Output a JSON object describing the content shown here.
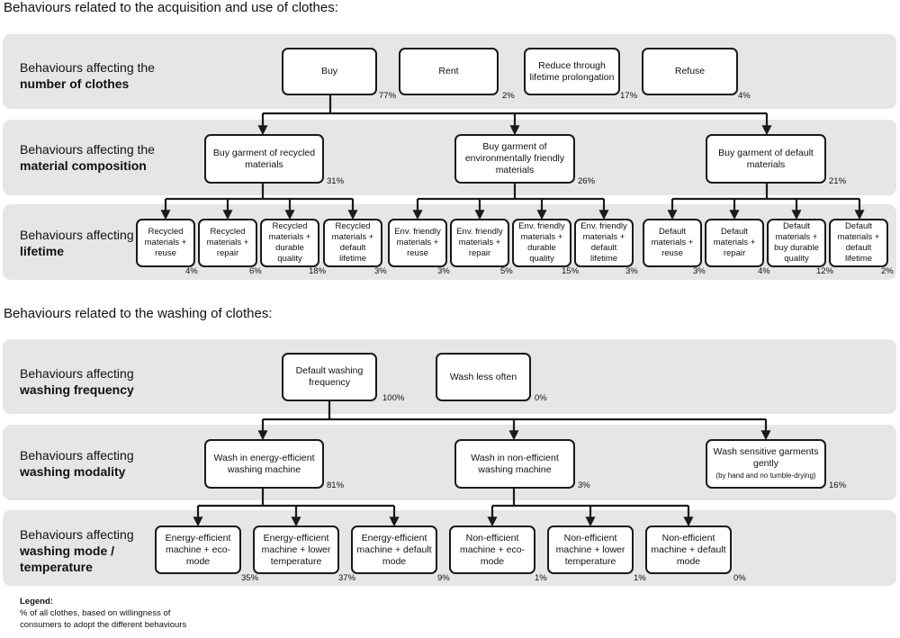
{
  "acquisition": {
    "title": "Behaviours related to the acquisition and use of clothes:",
    "rows": {
      "number": {
        "label": "Behaviours affecting the",
        "bold": "number of clothes"
      },
      "material": {
        "label": "Behaviours affecting the",
        "bold": "material composition"
      },
      "lifetime": {
        "label": "Behaviours affecting",
        "bold": "lifetime"
      }
    },
    "number_boxes": [
      {
        "text": "Buy",
        "pct": "77%"
      },
      {
        "text": "Rent",
        "pct": "2%"
      },
      {
        "text": "Reduce through lifetime prolongation",
        "pct": "17%"
      },
      {
        "text": "Refuse",
        "pct": "4%"
      }
    ],
    "material_boxes": [
      {
        "text": "Buy garment of recycled materials",
        "pct": "31%"
      },
      {
        "text": "Buy garment of environmentally friendly materials",
        "pct": "26%"
      },
      {
        "text": "Buy garment of default materials",
        "pct": "21%"
      }
    ],
    "lifetime_boxes": [
      {
        "text": "Recycled materials + reuse",
        "pct": "4%"
      },
      {
        "text": "Recycled materials + repair",
        "pct": "6%"
      },
      {
        "text": "Recycled materials + durable quality",
        "pct": "18%"
      },
      {
        "text": "Recycled materials + default lifetime",
        "pct": "3%"
      },
      {
        "text": "Env. friendly materials + reuse",
        "pct": "3%"
      },
      {
        "text": "Env. friendly materials + repair",
        "pct": "5%"
      },
      {
        "text": "Env. friendly materials + durable quality",
        "pct": "15%"
      },
      {
        "text": "Env. friendly materials + default lifetime",
        "pct": "3%"
      },
      {
        "text": "Default materials + reuse",
        "pct": "3%"
      },
      {
        "text": "Default materials + repair",
        "pct": "4%"
      },
      {
        "text": "Default materials + buy durable quality",
        "pct": "12%"
      },
      {
        "text": "Default materials + default lifetime",
        "pct": "2%"
      }
    ]
  },
  "washing": {
    "title": "Behaviours related to the washing of clothes:",
    "rows": {
      "frequency": {
        "label": "Behaviours affecting",
        "bold": "washing frequency"
      },
      "modality": {
        "label": "Behaviours affecting",
        "bold": "washing modality"
      },
      "mode": {
        "label": "Behaviours affecting",
        "bold": "washing mode / temperature"
      }
    },
    "frequency_boxes": [
      {
        "text": "Default washing frequency",
        "pct": "100%"
      },
      {
        "text": "Wash less often",
        "pct": "0%"
      }
    ],
    "modality_boxes": [
      {
        "text": "Wash in energy-efficient washing machine",
        "pct": "81%"
      },
      {
        "text": "Wash in non-efficient washing machine",
        "pct": "3%"
      },
      {
        "text": "Wash sensitive garments gently",
        "note": "(by hand and no tumble-drying)",
        "pct": "16%"
      }
    ],
    "mode_boxes": [
      {
        "text": "Energy-efficient machine + eco-mode",
        "pct": "35%"
      },
      {
        "text": "Energy-efficient machine + lower temperature",
        "pct": "37%"
      },
      {
        "text": "Energy-efficient machine + default mode",
        "pct": "9%"
      },
      {
        "text": "Non-efficient machine + eco-mode",
        "pct": "1%"
      },
      {
        "text": "Non-efficient machine + lower temperature",
        "pct": "1%"
      },
      {
        "text": "Non-efficient machine + default mode",
        "pct": "0%"
      }
    ]
  },
  "legend": {
    "title": "Legend:",
    "line1": "% of all clothes, based on willingness of",
    "line2": "consumers to adopt the different behaviours"
  }
}
